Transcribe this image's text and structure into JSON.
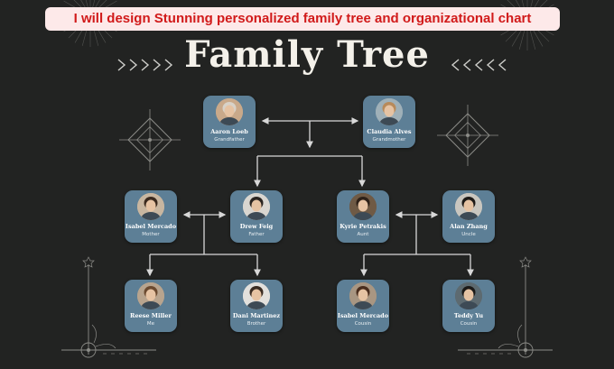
{
  "banner": "I will design Stunning personalized family tree and organizational chart",
  "title": "Family Tree",
  "colors": {
    "background": "#222322",
    "card": "#5d7f96",
    "banner_bg": "#fde9e9",
    "banner_text": "#d11a1a",
    "connector": "#d8d8d8"
  },
  "members": [
    {
      "id": "aaron",
      "name": "Aaron Loeb",
      "role": "Grandfather",
      "avatar_bg": "#c9a98a",
      "hair": "#d8d2c8"
    },
    {
      "id": "claudia",
      "name": "Claudia Alves",
      "role": "Grandmother",
      "avatar_bg": "#9fb0b8",
      "hair": "#b88a5a"
    },
    {
      "id": "isabel1",
      "name": "Isabel Mercado",
      "role": "Mother",
      "avatar_bg": "#c8b6a0",
      "hair": "#3b2a1e"
    },
    {
      "id": "drew",
      "name": "Drew Feig",
      "role": "Father",
      "avatar_bg": "#d9d6d0",
      "hair": "#2a2420"
    },
    {
      "id": "kyrie",
      "name": "Kyrie Petrakis",
      "role": "Aunt",
      "avatar_bg": "#6f5a45",
      "hair": "#2e2118"
    },
    {
      "id": "alan",
      "name": "Alan Zhang",
      "role": "Uncle",
      "avatar_bg": "#c9c6bf",
      "hair": "#1e1a17"
    },
    {
      "id": "reese",
      "name": "Reese Miller",
      "role": "Me",
      "avatar_bg": "#b8a48e",
      "hair": "#6b4a30"
    },
    {
      "id": "dani",
      "name": "Dani Martinez",
      "role": "Brother",
      "avatar_bg": "#e2e0dc",
      "hair": "#3a2c22"
    },
    {
      "id": "isabel2",
      "name": "Isabel Mercado",
      "role": "Cousin",
      "avatar_bg": "#a89682",
      "hair": "#4a2e1e"
    },
    {
      "id": "teddy",
      "name": "Teddy Yu",
      "role": "Cousin",
      "avatar_bg": "#5d6a70",
      "hair": "#1c1a18"
    }
  ]
}
